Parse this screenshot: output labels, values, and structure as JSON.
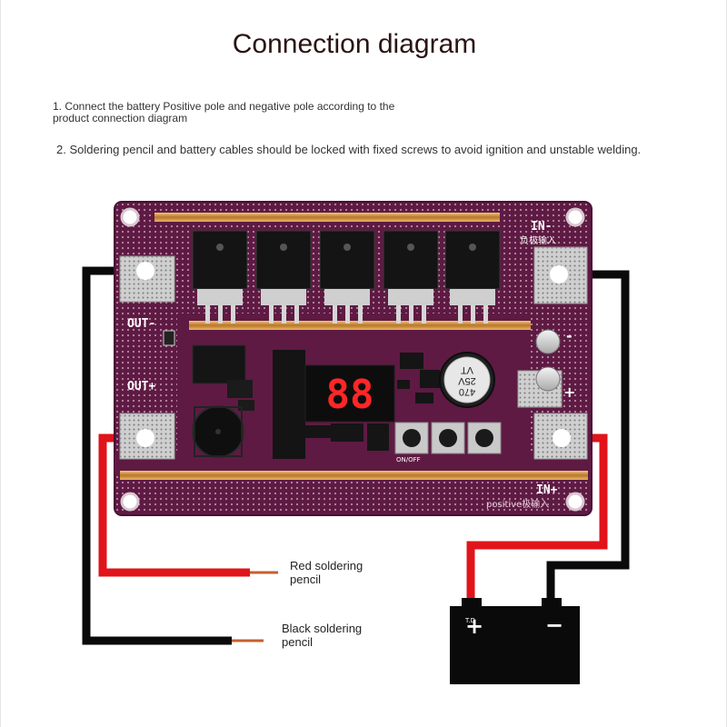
{
  "title": "Connection diagram",
  "notes": {
    "step1": "1. Connect the battery Positive pole and negative pole according to the product connection diagram",
    "step2": "2. Soldering pencil and battery cables should be locked with fixed screws to avoid ignition and unstable welding."
  },
  "board": {
    "in_minus": "IN-",
    "in_minus_cn": "负极输入",
    "in_plus": "IN+",
    "in_plus_cn": "positive极输入",
    "out_minus": "OUT-",
    "out_plus": "OUT+",
    "display": "88",
    "onoff": "ON/OFF",
    "capacitor_line1": "470",
    "capacitor_line2": "25V",
    "capacitor_line3": "VT",
    "pad_minus": "-",
    "pad_plus": "+"
  },
  "labels": {
    "red_pencil_l1": "Red soldering",
    "red_pencil_l2": "pencil",
    "black_pencil_l1": "Black soldering",
    "black_pencil_l2": "pencil"
  },
  "battery": {
    "plus": "+",
    "minus": "−",
    "tab_text": "T.D"
  },
  "colors": {
    "board": "#5e1a43",
    "board_edge": "#4a1035",
    "wire_red": "#e0141a",
    "wire_black": "#0a0a0a",
    "copper": "#c8893f",
    "battery": "#0a0a0a"
  }
}
